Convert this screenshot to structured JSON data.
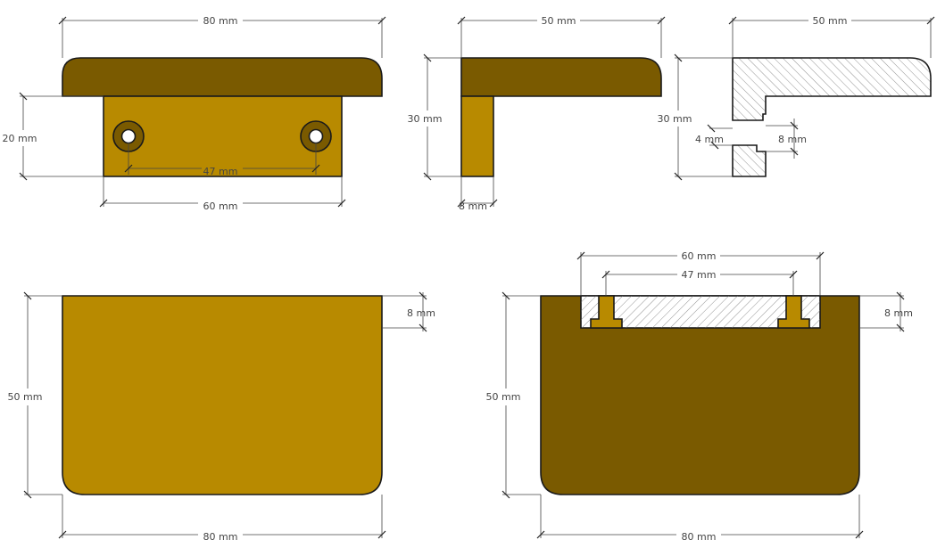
{
  "colors": {
    "light_wood": "#b88a00",
    "dark_wood": "#7a5a00",
    "outline": "#1a1a1a",
    "dim_line": "#444444",
    "hatch": "#777777"
  },
  "labels": {
    "front_width": "80 mm",
    "front_left_height": "20 mm",
    "front_hole_spacing": "47 mm",
    "front_body_width": "60 mm",
    "side_width": "50 mm",
    "side_height": "30 mm",
    "side_thickness": "8 mm",
    "section_width": "50 mm",
    "section_height": "30 mm",
    "section_slot": "4 mm",
    "section_lip": "8 mm",
    "top_height": "50 mm",
    "top_lip": "8 mm",
    "top_width": "80 mm",
    "bottom_outer": "60 mm",
    "bottom_holes": "47 mm",
    "bottom_lip": "8 mm",
    "bottom_height": "50 mm",
    "bottom_width": "80 mm"
  }
}
